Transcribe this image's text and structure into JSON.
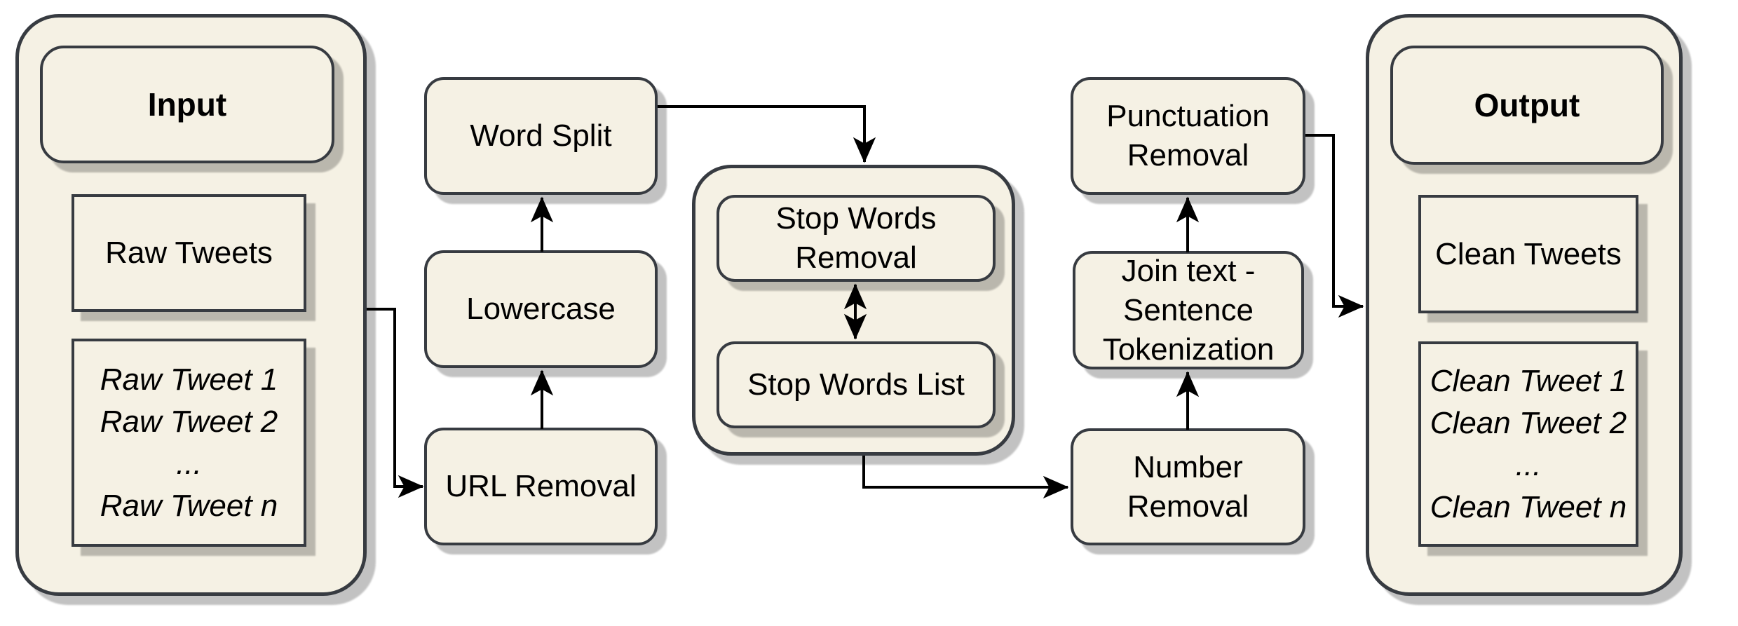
{
  "colors": {
    "box_fill": "#F5F1E4",
    "box_border": "#373B41",
    "connector": "#000000",
    "page_bg": "#FFFFFF",
    "shadow": "rgba(0,0,0,0.24)"
  },
  "input": {
    "title": "Input",
    "data_label": "Raw Tweets",
    "items": [
      "Raw Tweet 1",
      "Raw Tweet 2",
      "...",
      "Raw Tweet n"
    ]
  },
  "pipeline": {
    "url_removal": "URL Removal",
    "lowercase": "Lowercase",
    "word_split": "Word Split",
    "stop_words_removal": "Stop Words Removal",
    "stop_words_list": "Stop Words List",
    "number_removal": "Number Removal",
    "join_text": "Join text - Sentence Tokenization",
    "punctuation_removal": "Punctuation Removal"
  },
  "output": {
    "title": "Output",
    "data_label": "Clean Tweets",
    "items": [
      "Clean Tweet 1",
      "Clean Tweet 2",
      "...",
      "Clean Tweet n"
    ]
  }
}
